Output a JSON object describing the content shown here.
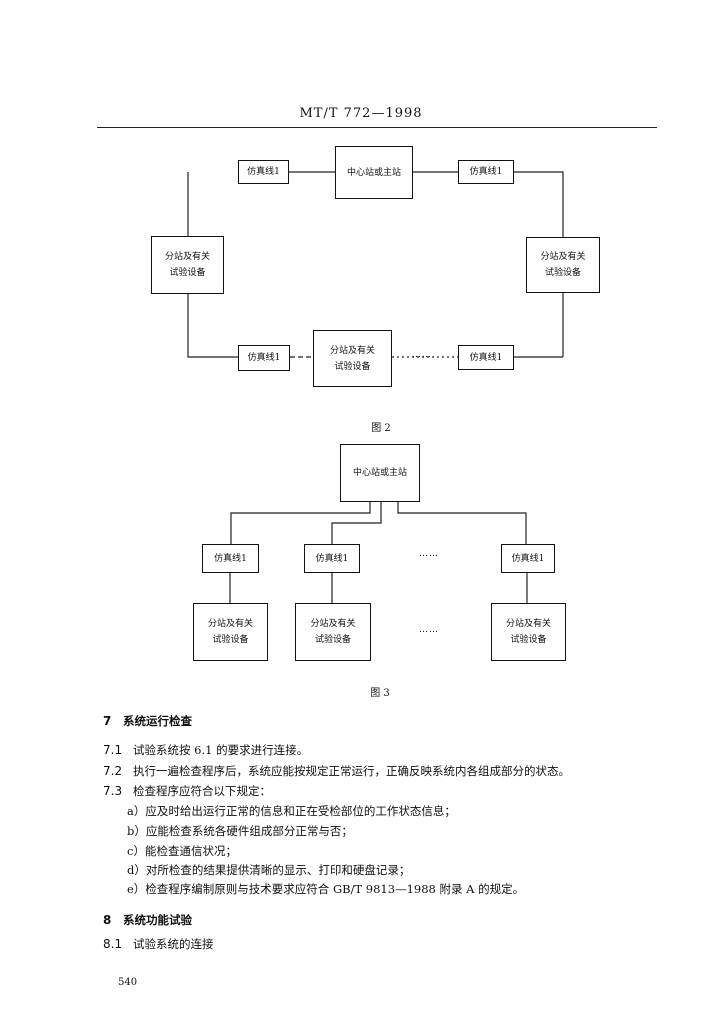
{
  "header": {
    "code": "MT/T 772—1998"
  },
  "figure2": {
    "caption": "图 2",
    "center": "中心站或主站",
    "lines": {
      "tl": "仿真线1",
      "tr": "仿真线1",
      "bl": "仿真线1",
      "br": "仿真线1"
    },
    "substations": {
      "left": [
        "分站及有关",
        "试验设备"
      ],
      "right": [
        "分站及有关",
        "试验设备"
      ],
      "bottom": [
        "分站及有关",
        "试验设备"
      ]
    },
    "dots": "……"
  },
  "figure3": {
    "caption": "图 3",
    "center": "中心站或主站",
    "lines": [
      "仿真线1",
      "仿真线1",
      "仿真线1"
    ],
    "dots_line": "……",
    "substations": [
      [
        "分站及有关",
        "试验设备"
      ],
      [
        "分站及有关",
        "试验设备"
      ],
      [
        "分站及有关",
        "试验设备"
      ]
    ],
    "dots_sub": "……"
  },
  "section7": {
    "num": "7",
    "title": "系统运行检查",
    "items": [
      {
        "num": "7.1",
        "text": "试验系统按 6.1 的要求进行连接。"
      },
      {
        "num": "7.2",
        "text": "执行一遍检查程序后，系统应能按规定正常运行，正确反映系统内各组成部分的状态。"
      },
      {
        "num": "7.3",
        "text": "检查程序应符合以下规定："
      }
    ],
    "subitems": [
      "a）应及时给出运行正常的信息和正在受检部位的工作状态信息；",
      "b）应能检查系统各硬件组成部分正常与否；",
      "c）能检查通信状况；",
      "d）对所检查的结果提供清晰的显示、打印和硬盘记录；",
      "e）检查程序编制原则与技术要求应符合 GB/T 9813—1988 附录 A 的规定。"
    ]
  },
  "section8": {
    "num": "8",
    "title": "系统功能试验",
    "items": [
      {
        "num": "8.1",
        "text": "试验系统的连接"
      }
    ]
  },
  "page_number": "540"
}
